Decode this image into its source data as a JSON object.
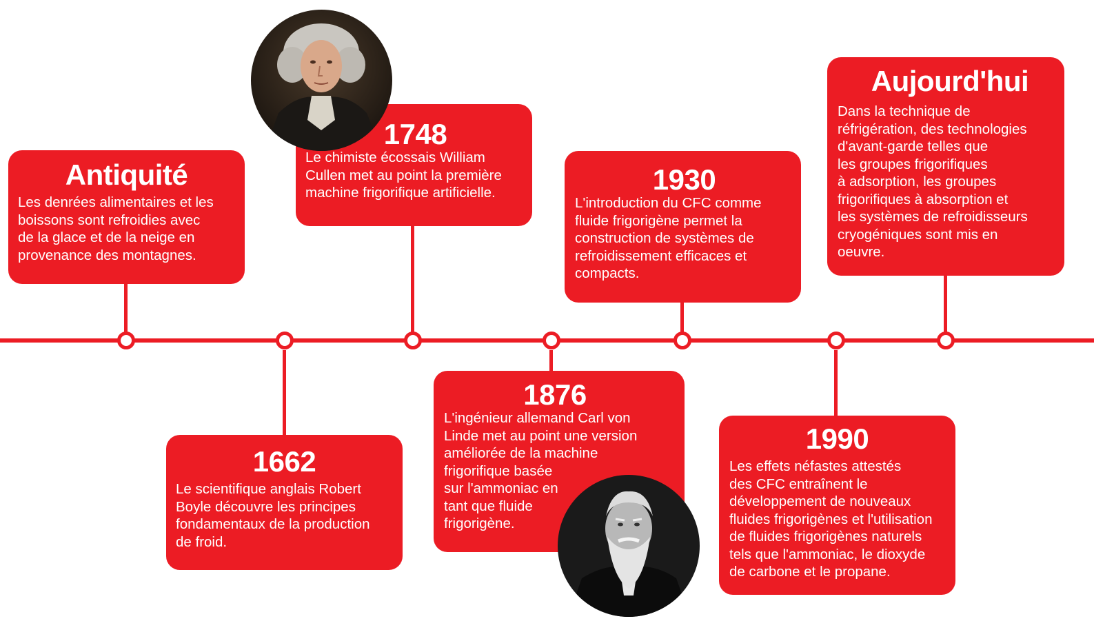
{
  "timeline": {
    "accent_color": "#ec1c24",
    "events": [
      {
        "year": "Antiquité",
        "lines": [
          "Les denrées alimentaires et les",
          "boissons sont refroidies avec",
          "de la glace et de la neige en",
          "provenance des montagnes."
        ]
      },
      {
        "year": "1662",
        "lines": [
          "Le scientifique anglais Robert",
          "Boyle découvre les principes",
          "fondamentaux de la production",
          "de froid."
        ]
      },
      {
        "year": "1748",
        "lines": [
          "Le chimiste écossais William",
          "Cullen met au point la première",
          "machine frigorifique artificielle."
        ]
      },
      {
        "year": "1876",
        "lines": [
          "L'ingénieur allemand Carl von",
          "Linde met au point une version",
          "améliorée de la machine",
          "frigorifique basée",
          "sur l'ammoniac en",
          "tant que fluide",
          "frigorigène."
        ]
      },
      {
        "year": "1930",
        "lines": [
          "L'introduction du CFC comme",
          "fluide frigorigène permet la",
          "construction de systèmes de",
          "refroidissement efficaces et",
          "compacts."
        ]
      },
      {
        "year": "1990",
        "lines": [
          "Les effets néfastes attestés",
          "des CFC entraînent le",
          "développement de nouveaux",
          "fluides frigorigènes et l'utilisation",
          "de fluides frigorigènes naturels",
          "tels que l'ammoniac, le dioxyde",
          "de carbone et le propane."
        ]
      },
      {
        "year": "Aujourd'hui",
        "lines": [
          "Dans la technique de",
          "réfrigération, des technologies",
          "d'avant-garde telles que",
          "les groupes frigorifiques",
          "à adsorption, les groupes",
          "frigorifiques à absorption et",
          "les systèmes de refroidisseurs",
          "cryogéniques sont mis en",
          "oeuvre."
        ]
      }
    ]
  }
}
